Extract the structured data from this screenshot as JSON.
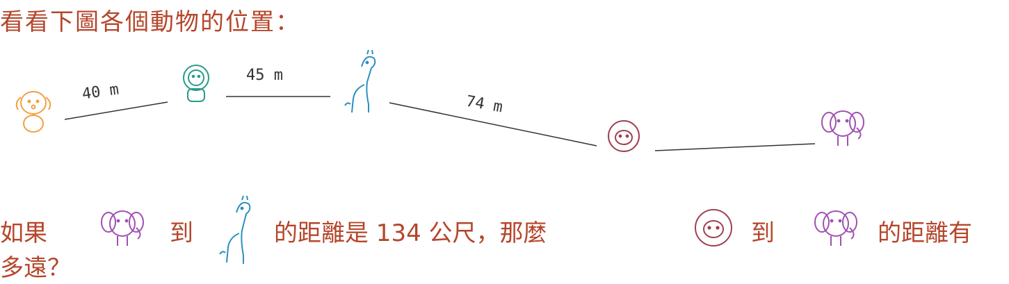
{
  "question_line1": "看看下圖各個動物的位置：",
  "distances": {
    "dog_lion": "40 m",
    "lion_giraffe": "45 m",
    "giraffe_sheep": "74 m"
  },
  "q2": {
    "part1": "如果",
    "part2": "到",
    "part3": "的距離是 134 公尺，那麼",
    "part4": "到",
    "part5": "的距離有",
    "part6": "多遠？"
  },
  "colors": {
    "text": "#b5462b",
    "dog": "#f0a040",
    "lion": "#2a9a8a",
    "giraffe": "#2b8fc0",
    "sheep": "#a04050",
    "elephant": "#a050b0"
  },
  "icons": [
    "dog-icon",
    "lion-icon",
    "giraffe-icon",
    "sheep-icon",
    "elephant-icon"
  ]
}
